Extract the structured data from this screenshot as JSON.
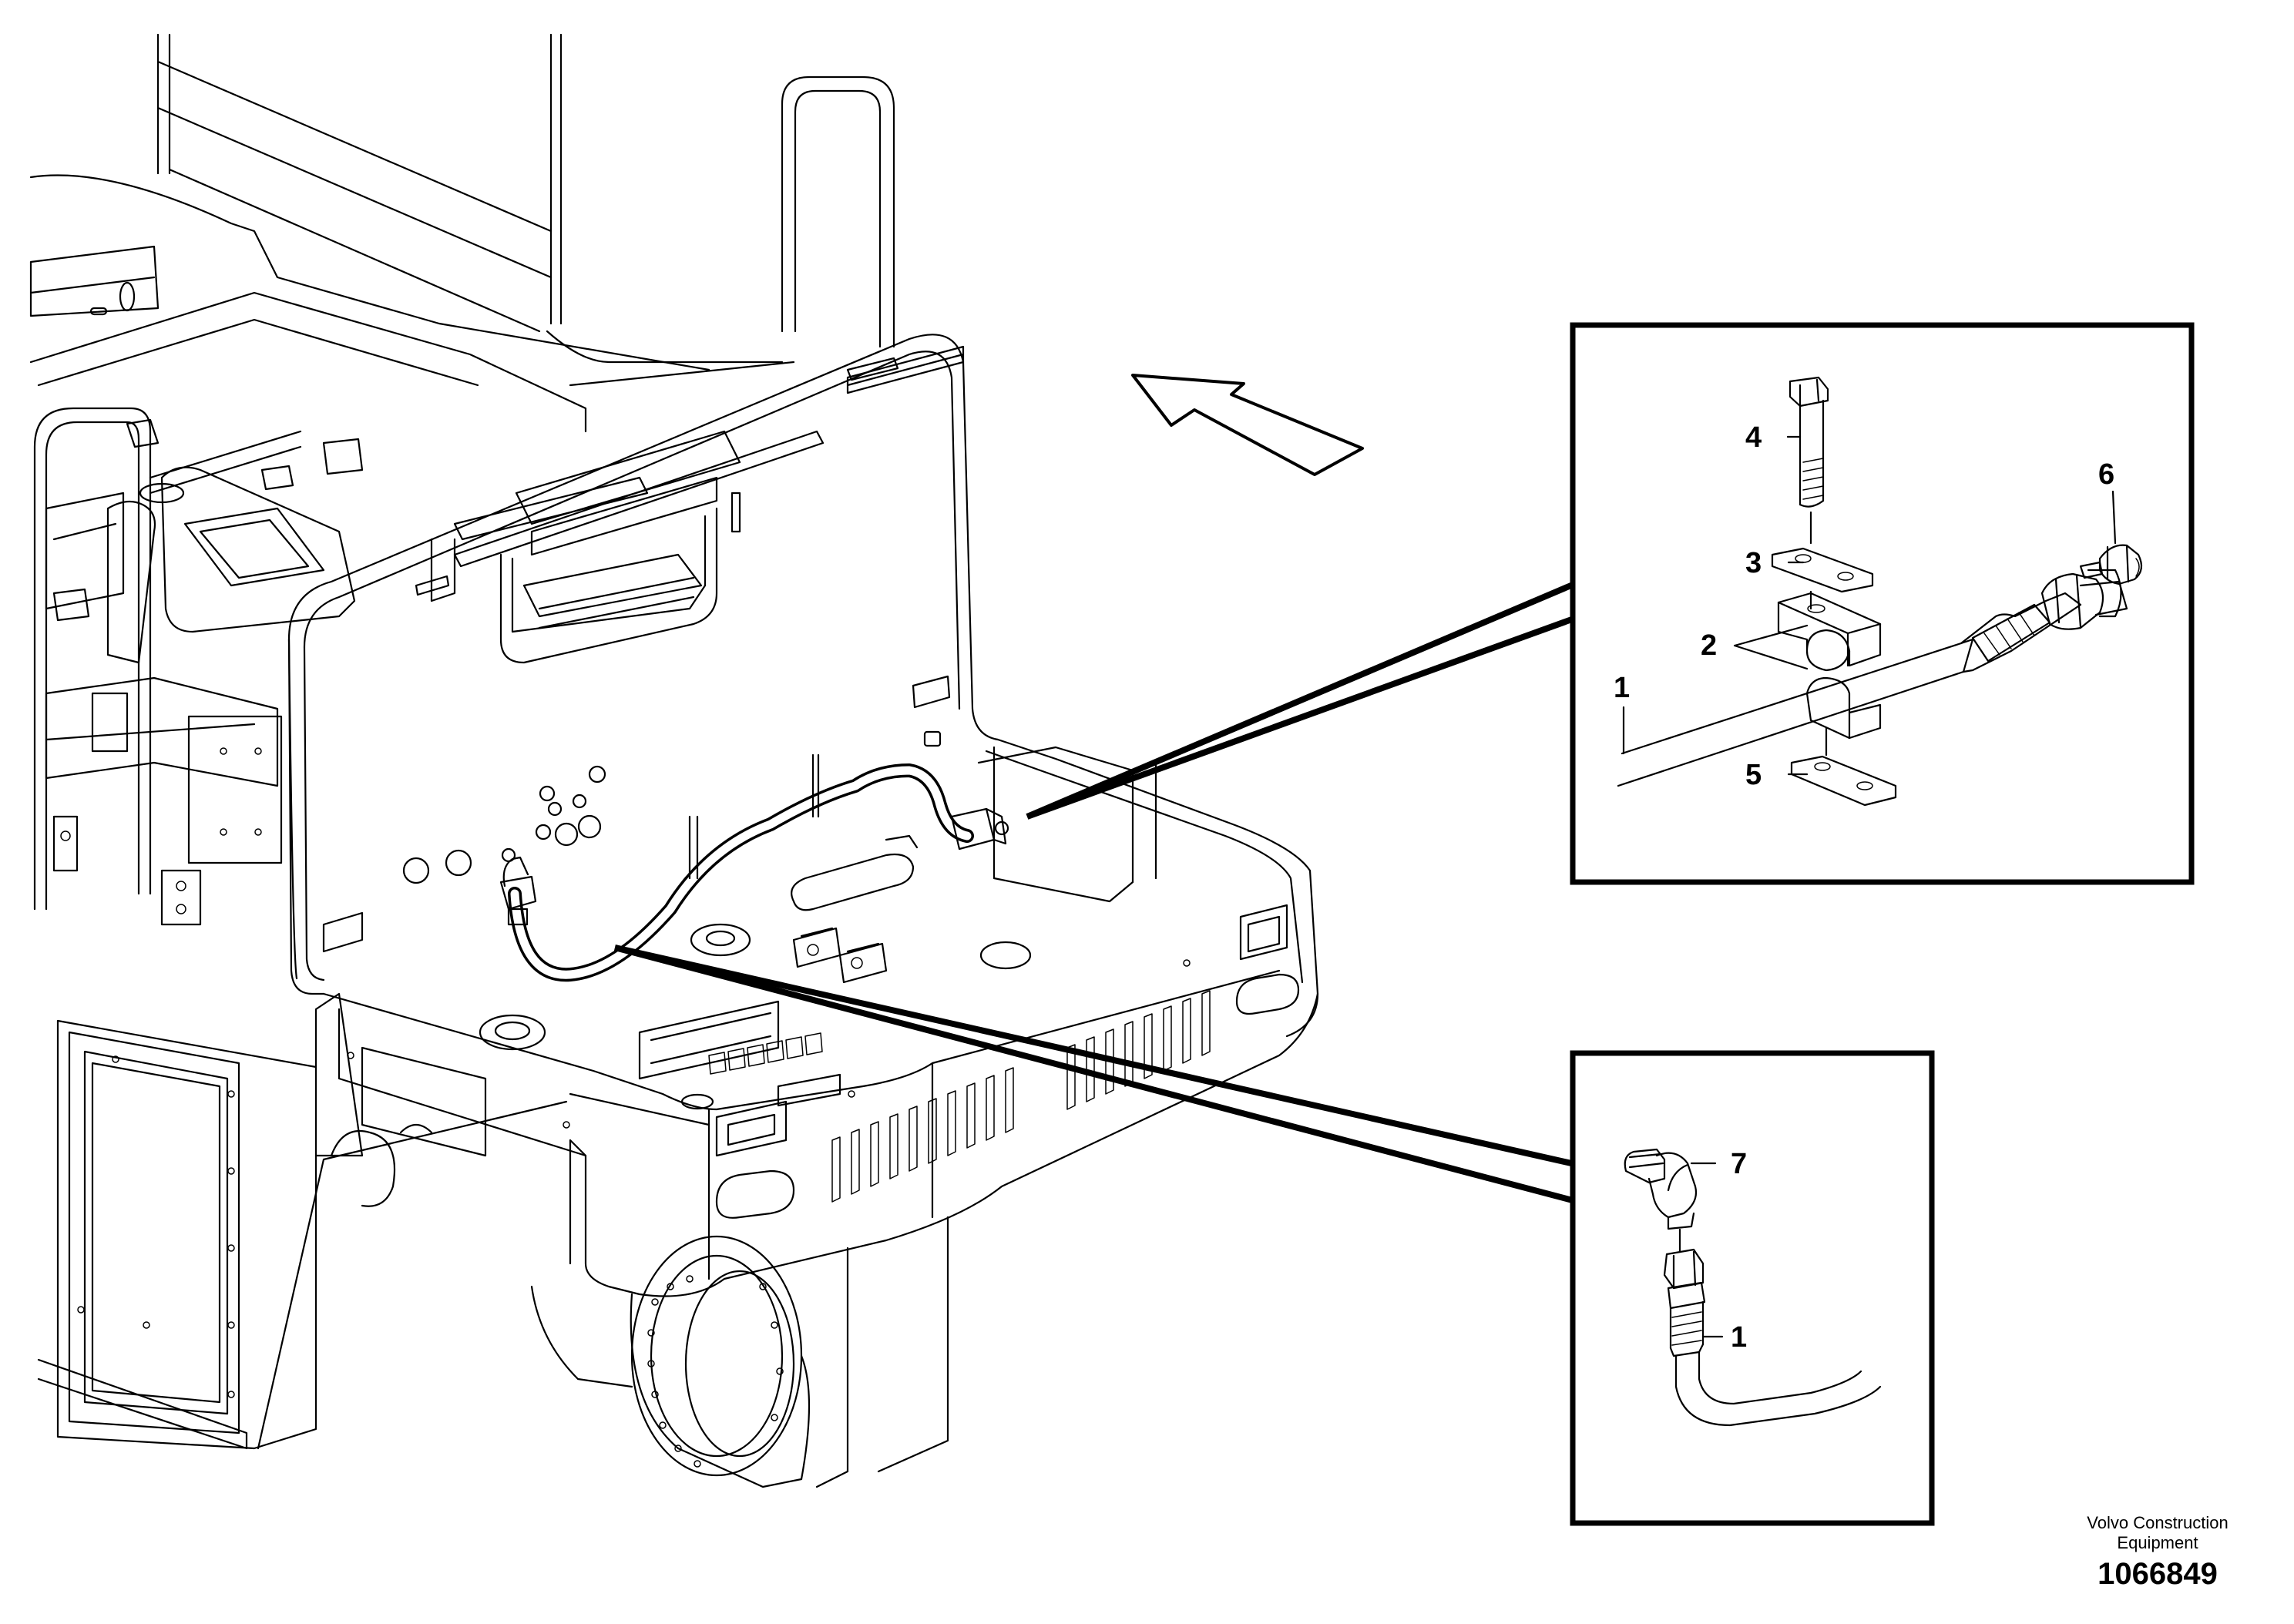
{
  "diagram": {
    "detail_top": {
      "callouts": [
        {
          "id": "callout-1",
          "label": "1"
        },
        {
          "id": "callout-2",
          "label": "2"
        },
        {
          "id": "callout-3",
          "label": "3"
        },
        {
          "id": "callout-4",
          "label": "4"
        },
        {
          "id": "callout-5",
          "label": "5"
        },
        {
          "id": "callout-6",
          "label": "6"
        }
      ]
    },
    "detail_bottom": {
      "callouts": [
        {
          "id": "callout-7",
          "label": "7"
        },
        {
          "id": "callout-1b",
          "label": "1"
        }
      ]
    },
    "credit": {
      "line1": "Volvo Construction",
      "line2": "Equipment",
      "figure_number": "1066849"
    }
  }
}
